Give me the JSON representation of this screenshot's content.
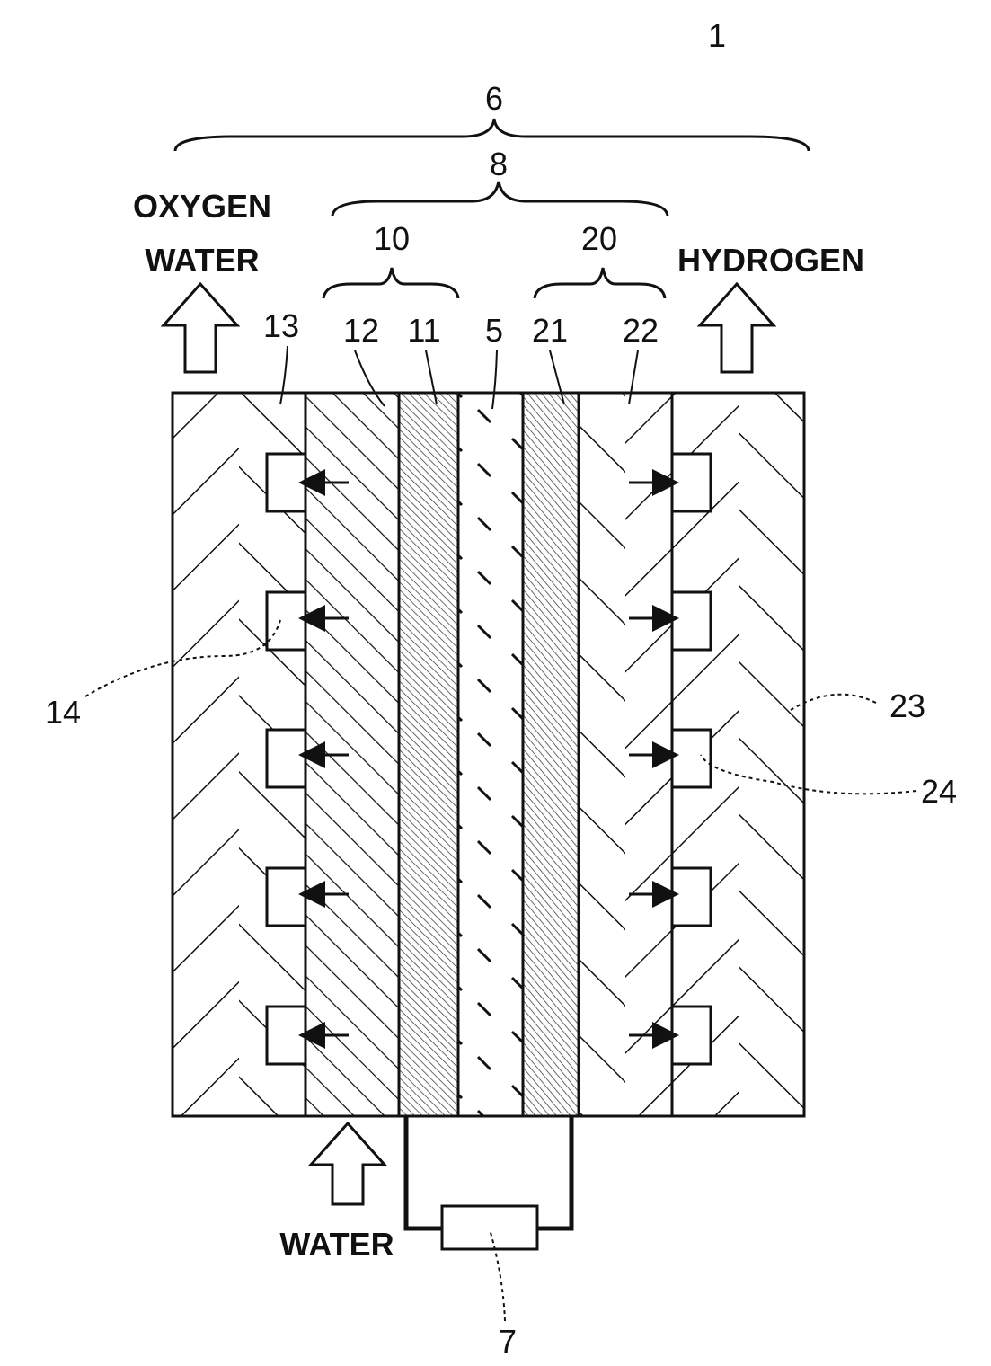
{
  "figure": {
    "ref_main": "1",
    "labels": {
      "n6": "6",
      "n8": "8",
      "n10": "10",
      "n20": "20",
      "n13": "13",
      "n12": "12",
      "n11": "11",
      "n5": "5",
      "n21": "21",
      "n22": "22",
      "n14": "14",
      "n23": "23",
      "n24": "24",
      "n7": "7"
    },
    "text": {
      "oxygen": "OXYGEN",
      "water_out": "WATER",
      "hydrogen": "HYDROGEN",
      "water_in": "WATER"
    }
  },
  "colors": {
    "ink": "#111111",
    "background": "#ffffff"
  }
}
